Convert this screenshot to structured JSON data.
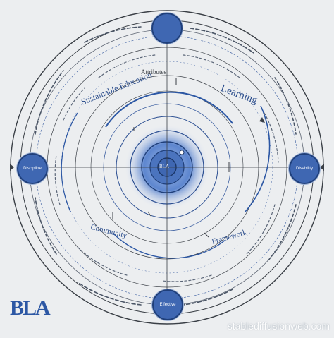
{
  "colors": {
    "background": "#eceef0",
    "ring": "#3a3f46",
    "accent": "#3f67b2",
    "accent_dark": "#1f3f7a",
    "glow": "#5d86cf"
  },
  "nodes": {
    "top": "",
    "left": "Discipline",
    "right": "Disability",
    "bottom": "Effective",
    "center": "BLA"
  },
  "labels": {
    "top_left_title": "Sustainable Education",
    "top_small": "Attributes",
    "right_title": "Learning",
    "lower_left": "Community",
    "lower_right": "Framework"
  },
  "brand": "BLA",
  "watermark": "stablediffusionweb.com"
}
